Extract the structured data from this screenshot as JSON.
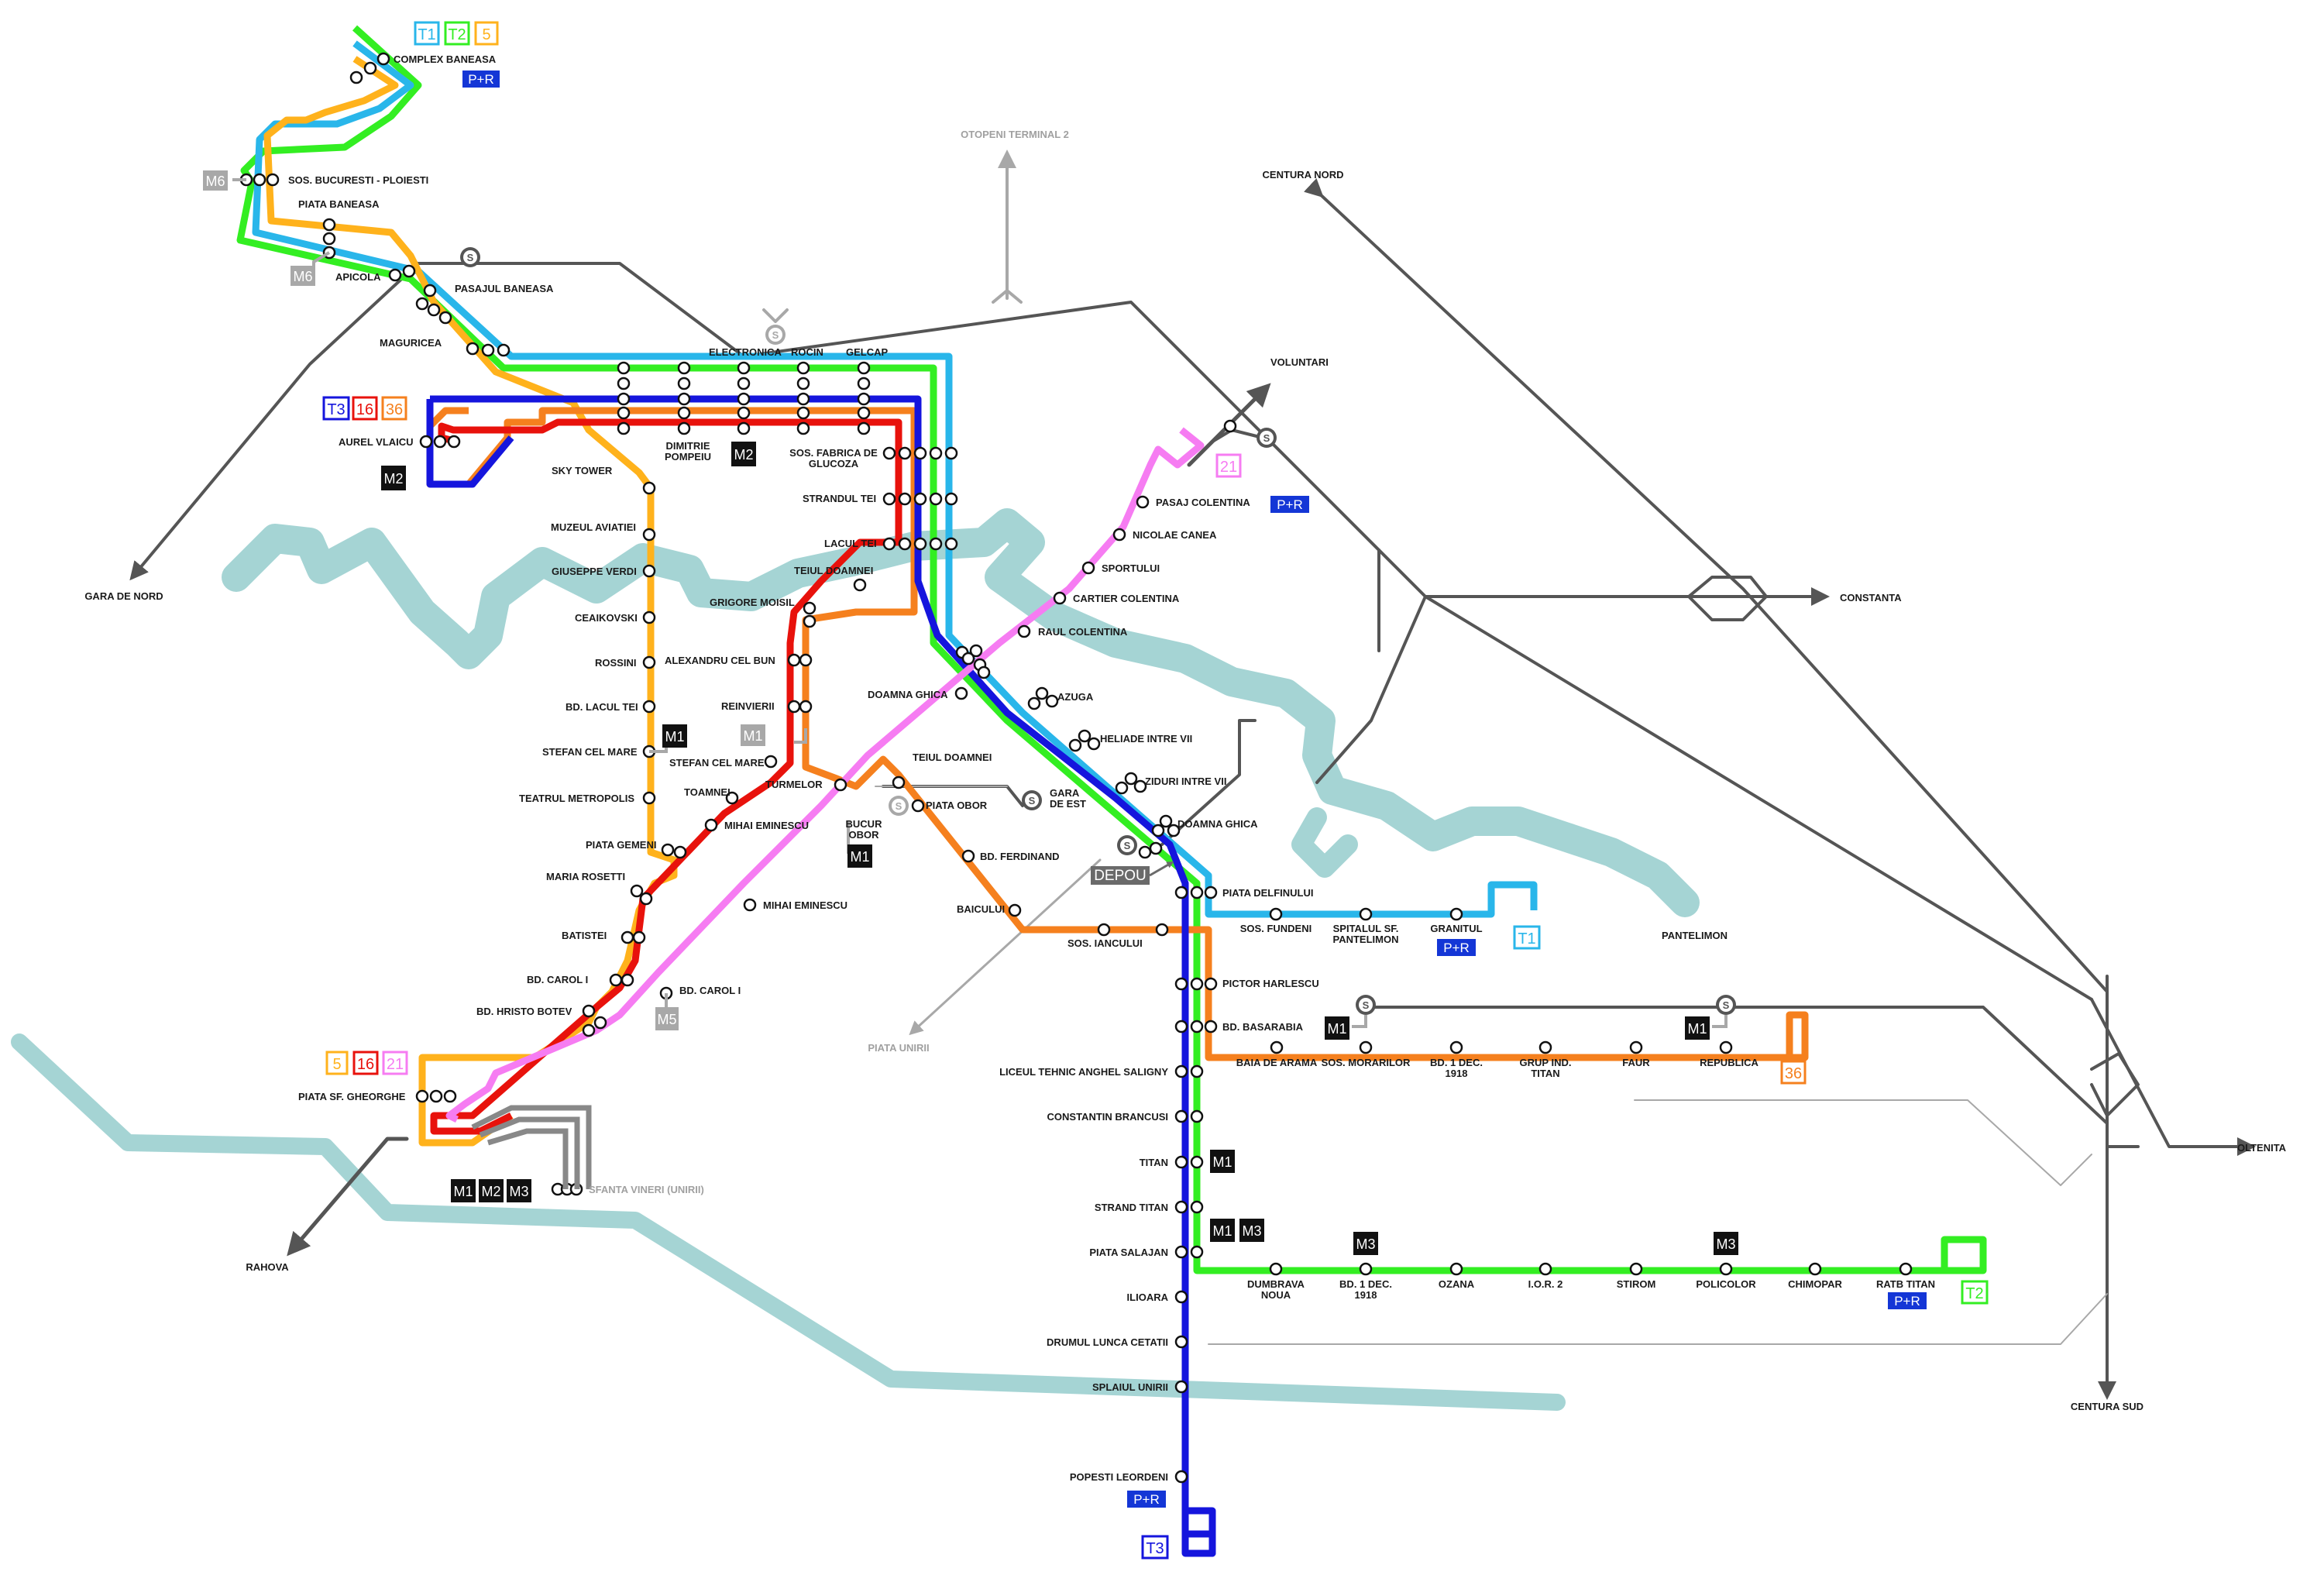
{
  "colors": {
    "T1": "#29b6ea",
    "T2": "#33ee22",
    "T3": "#1515dd",
    "5": "#ffb21c",
    "16": "#e8120c",
    "21": "#f67cf2",
    "36": "#f5801e",
    "road": "#555555",
    "road_light": "#a8a8a8",
    "river": "#a5d4d4",
    "metro": "#111111",
    "metro_planned": "#a8a8a8",
    "pr": "#1436d6",
    "depot": "#6a6a6a"
  },
  "route_badges": {
    "top_T1": "T1",
    "top_T2": "T2",
    "top_5": "5",
    "left_T3": "T3",
    "left_16": "16",
    "left_36": "36",
    "sw_5": "5",
    "sw_16": "16",
    "sw_21": "21",
    "r21": "21",
    "r36": "36",
    "end_T1": "T1",
    "end_T2": "T2",
    "end_T3": "T3"
  },
  "metro_badges": {
    "m6_a": "M6",
    "m6_b": "M6",
    "m2_aurel": "M2",
    "m2_dimitrie": "M2",
    "m1_stefan": "M1",
    "m1_reinvierii": "M1",
    "m1_obor": "M1",
    "m5_carol": "M5",
    "m1_sfv": "M1",
    "m2_sfv": "M2",
    "m3_sfv": "M3",
    "m1_basarabia": "M1",
    "m1_republica": "M1",
    "m1_titan": "M1",
    "m1_salajan": "M1",
    "m3_salajan": "M3",
    "m3_dec": "M3",
    "m3_policolor": "M3"
  },
  "pr_labels": {
    "baneasa": "P+R",
    "colentina": "P+R",
    "granitul": "P+R",
    "titan": "P+R",
    "leordeni": "P+R"
  },
  "depot_label": "DEPOU",
  "rail_symbol": "S",
  "directions": {
    "otopeni": "OTOPENI TERMINAL 2",
    "centura_nord": "CENTURA NORD",
    "gara_de_nord": "GARA DE NORD",
    "voluntari": "VOLUNTARI",
    "constanta": "CONSTANTA",
    "pantelimon": "PANTELIMON",
    "oltenita": "OLTENITA",
    "centura_sud": "CENTURA SUD",
    "rahova": "RAHOVA",
    "piata_unirii": "PIATA UNIRII"
  },
  "stations": {
    "complex_baneasa": "COMPLEX BANEASA",
    "sos_buc_ploiesti": "SOS. BUCURESTI - PLOIESTI",
    "piata_baneasa": "PIATA BANEASA",
    "apicola": "APICOLA",
    "pasajul_baneasa": "PASAJUL BANEASA",
    "maguricea": "MAGURICEA",
    "electronica": "ELECTRONICA",
    "rocin": "ROCIN",
    "gelcap": "GELCAP",
    "aurel_vlaicu": "AUREL VLAICU",
    "dimitrie_pompeiu": "DIMITRIE\nPOMPEIU",
    "fabrica_glucoza": "SOS. FABRICA DE\nGLUCOZA",
    "sky_tower": "SKY TOWER",
    "strandul_tei": "STRANDUL TEI",
    "muzeul_aviatiei": "MUZEUL AVIATIEI",
    "lacul_tei": "LACUL TEI",
    "giuseppe_verdi": "GIUSEPPE VERDI",
    "teiul_doamnei_a": "TEIUL DOAMNEI",
    "ceaikovski": "CEAIKOVSKI",
    "grigore_moisil": "GRIGORE MOISIL",
    "rossini": "ROSSINI",
    "alexandru_cel_bun": "ALEXANDRU CEL BUN",
    "bd_lacul_tei": "BD. LACUL TEI",
    "reinvierii": "REINVIERII",
    "stefan_cel_mare_a": "STEFAN CEL MARE",
    "stefan_cel_mare_b": "STEFAN CEL MARE",
    "teatrul_metropolis": "TEATRUL METROPOLIS",
    "toamnei": "TOAMNEI",
    "turmelor": "TURMELOR",
    "piata_gemeni": "PIATA GEMENI",
    "mihai_eminescu_a": "MIHAI EMINESCU",
    "maria_rosetti": "MARIA ROSETTI",
    "mihai_eminescu_b": "MIHAI EMINESCU",
    "batistei": "BATISTEI",
    "bd_carol_a": "BD. CAROL I",
    "bd_carol_b": "BD. CAROL I",
    "bd_hristo_botev": "BD. HRISTO BOTEV",
    "piata_sf_gheorghe": "PIATA SF. GHEORGHE",
    "sfanta_vineri": "SFANTA VINERI (UNIRII)",
    "raul_colentina": "RAUL COLENTINA",
    "cartier_colentina": "CARTIER COLENTINA",
    "sportului": "SPORTULUI",
    "nicolae_canea": "NICOLAE CANEA",
    "pasaj_colentina": "PASAJ COLENTINA",
    "doamna_ghica_a": "DOAMNA GHICA",
    "azuga": "AZUGA",
    "heliade": "HELIADE INTRE VII",
    "ziduri": "ZIDURI INTRE VII",
    "doamna_ghica_b": "DOAMNA GHICA",
    "teiul_doamnei_b": "TEIUL DOAMNEI",
    "bucur_obor": "BUCUR\nOBOR",
    "piata_obor": "PIATA OBOR",
    "gara_de_est": "GARA\nDE EST",
    "bd_ferdinand": "BD. FERDINAND",
    "baicului": "BAICULUI",
    "sos_iancului": "SOS. IANCULUI",
    "piata_delfinului": "PIATA DELFINULUI",
    "sos_fundeni": "SOS. FUNDENI",
    "spitalul_pantelimon": "SPITALUL SF.\nPANTELIMON",
    "granitul": "GRANITUL",
    "pictor_harlescu": "PICTOR HARLESCU",
    "bd_basarabia": "BD. BASARABIA",
    "baia_de_arama": "BAIA DE ARAMA",
    "sos_morarilor": "SOS. MORARILOR",
    "bd_1_dec_a": "BD. 1 DEC.\n1918",
    "grup_ind_titan": "GRUP IND.\nTITAN",
    "faur": "FAUR",
    "republica": "REPUBLICA",
    "liceul": "LICEUL TEHNIC ANGHEL SALIGNY",
    "brancusi": "CONSTANTIN BRANCUSI",
    "titan": "TITAN",
    "strand_titan": "STRAND TITAN",
    "piata_salajan": "PIATA SALAJAN",
    "dumbrava_noua": "DUMBRAVA\nNOUA",
    "bd_1_dec_b": "BD. 1 DEC.\n1918",
    "ozana": "OZANA",
    "ior2": "I.O.R. 2",
    "stirom": "STIROM",
    "policolor": "POLICOLOR",
    "chimopar": "CHIMOPAR",
    "ratb_titan": "RATB TITAN",
    "ilioara": "ILIOARA",
    "drumul_lunca": "DRUMUL LUNCA CETATII",
    "splaiul_unirii": "SPLAIUL UNIRII",
    "popesti_leordeni": "POPESTI LEORDENI"
  }
}
